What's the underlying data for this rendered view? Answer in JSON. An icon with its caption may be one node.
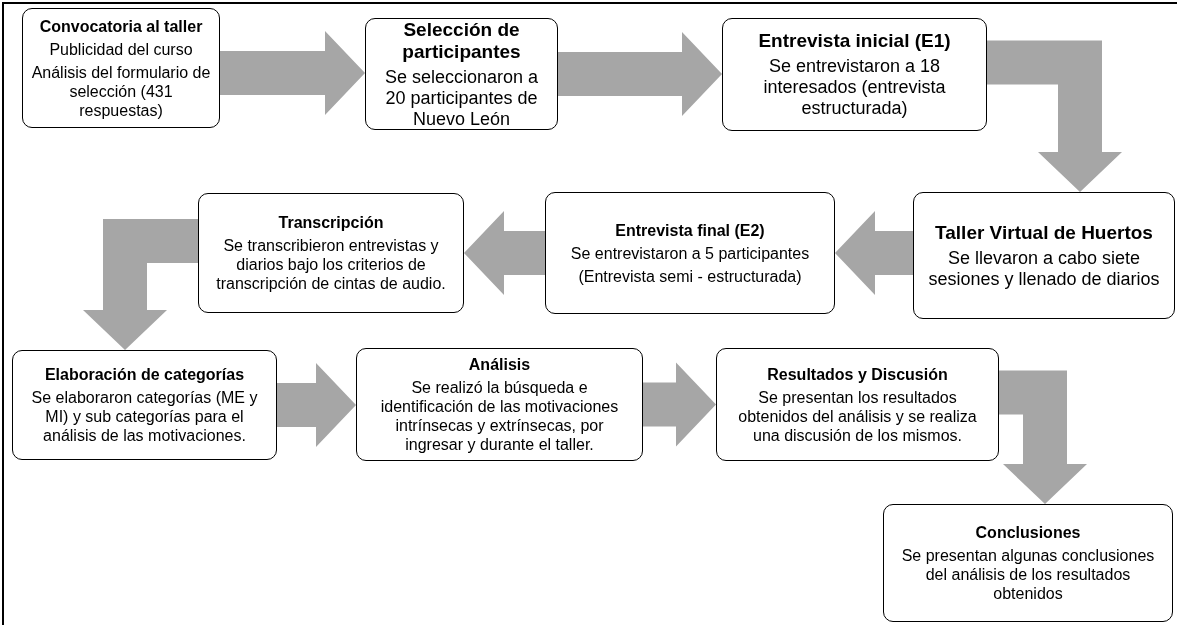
{
  "diagram": {
    "nodes": [
      {
        "text": [
          "Convocatoria al taller",
          "Publicidad del curso",
          "Análisis del formulario de selección (431 respuestas)"
        ]
      },
      {
        "text": [
          "Selección de participantes",
          "Se seleccionaron a 20 participantes de Nuevo León"
        ]
      },
      {
        "text": [
          "Entrevista inicial (E1)",
          "Se entrevistaron a 18 interesados (entrevista estructurada)"
        ]
      },
      {
        "text": [
          "Taller Virtual de Huertos",
          "Se llevaron a cabo siete sesiones y llenado de diarios"
        ]
      },
      {
        "text": [
          "Entrevista final (E2)",
          "Se entrevistaron a 5 participantes",
          "(Entrevista semi - estructurada)"
        ]
      },
      {
        "text": [
          "Transcripción",
          "Se transcribieron entrevistas y diarios bajo los criterios de transcripción de cintas de audio."
        ]
      },
      {
        "text": [
          "Elaboración de categorías",
          "Se elaboraron categorías (ME y MI) y sub categorías para el análisis de las motivaciones."
        ]
      },
      {
        "text": [
          "Análisis",
          "Se realizó la búsqueda e identificación de las motivaciones intrínsecas y extrínsecas,  por ingresar y durante el taller."
        ]
      },
      {
        "text": [
          "Resultados y Discusión",
          "Se presentan los resultados obtenidos del análisis y se realiza una discusión de los mismos."
        ]
      },
      {
        "text": [
          "Conclusiones",
          "Se presentan algunas conclusiones del análisis de los resultados obtenidos"
        ]
      }
    ],
    "edges": [
      {
        "from": 0,
        "to": 1,
        "arrow": "to"
      },
      {
        "from": 1,
        "to": 2,
        "arrow": "to"
      },
      {
        "from": 2,
        "to": 3,
        "arrow": "to"
      },
      {
        "from": 3,
        "to": 4,
        "arrow": "to"
      },
      {
        "from": 4,
        "to": 5,
        "arrow": "to"
      },
      {
        "from": 5,
        "to": 6,
        "arrow": "to"
      },
      {
        "from": 6,
        "to": 7,
        "arrow": "to"
      },
      {
        "from": 7,
        "to": 8,
        "arrow": "to"
      },
      {
        "from": 8,
        "to": 9,
        "arrow": "to"
      }
    ]
  }
}
